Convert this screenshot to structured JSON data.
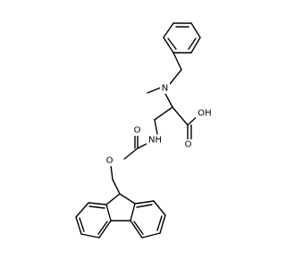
{
  "structure": {
    "atoms": {
      "n_methyl": "N",
      "hydroxyl": "OH",
      "carbonyl_o_acid": "O",
      "n_carbamate": "NH",
      "ester_o": "O",
      "carbonyl_o_carbamate": "O"
    }
  },
  "colors": {
    "bond": "#000000",
    "background": "#ffffff"
  }
}
